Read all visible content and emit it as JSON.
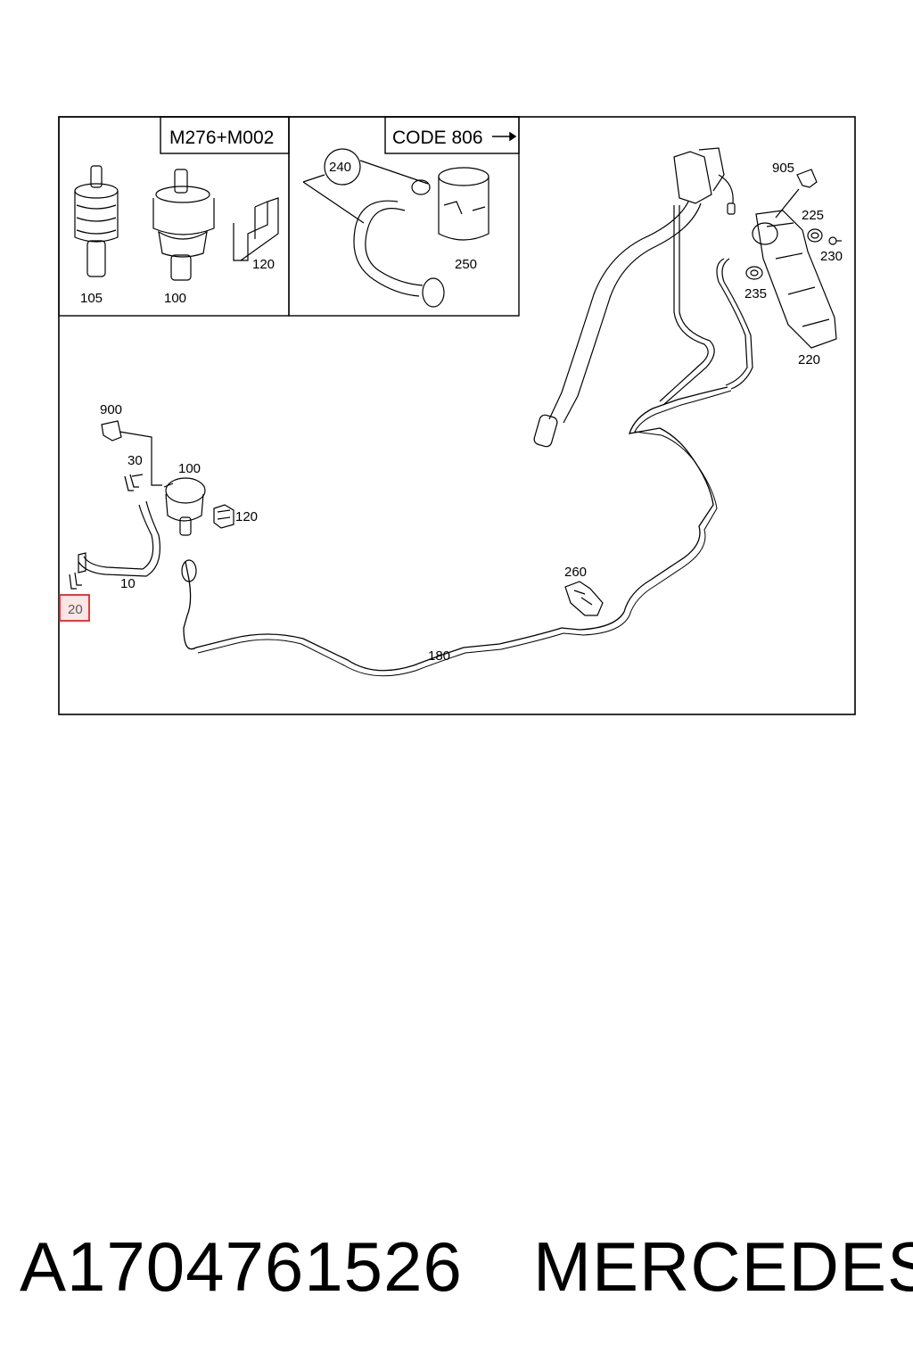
{
  "inset_headers": {
    "engine": "M276+M002",
    "code": "CODE 806"
  },
  "callouts": {
    "c105": "105",
    "c100_inset": "100",
    "c120_inset": "120",
    "c240": "240",
    "c250": "250",
    "c905": "905",
    "c225": "225",
    "c230": "230",
    "c235": "235",
    "c220": "220",
    "c900": "900",
    "c30": "30",
    "c100": "100",
    "c120": "120",
    "c10": "10",
    "c20": "20",
    "c260": "260",
    "c180": "180"
  },
  "highlighted_part": "20",
  "colors": {
    "highlight_border": "#e0262b",
    "highlight_fill": "#fbe6e6"
  },
  "footer": {
    "part_number": "A1704761526",
    "brand": "MERCEDES"
  }
}
